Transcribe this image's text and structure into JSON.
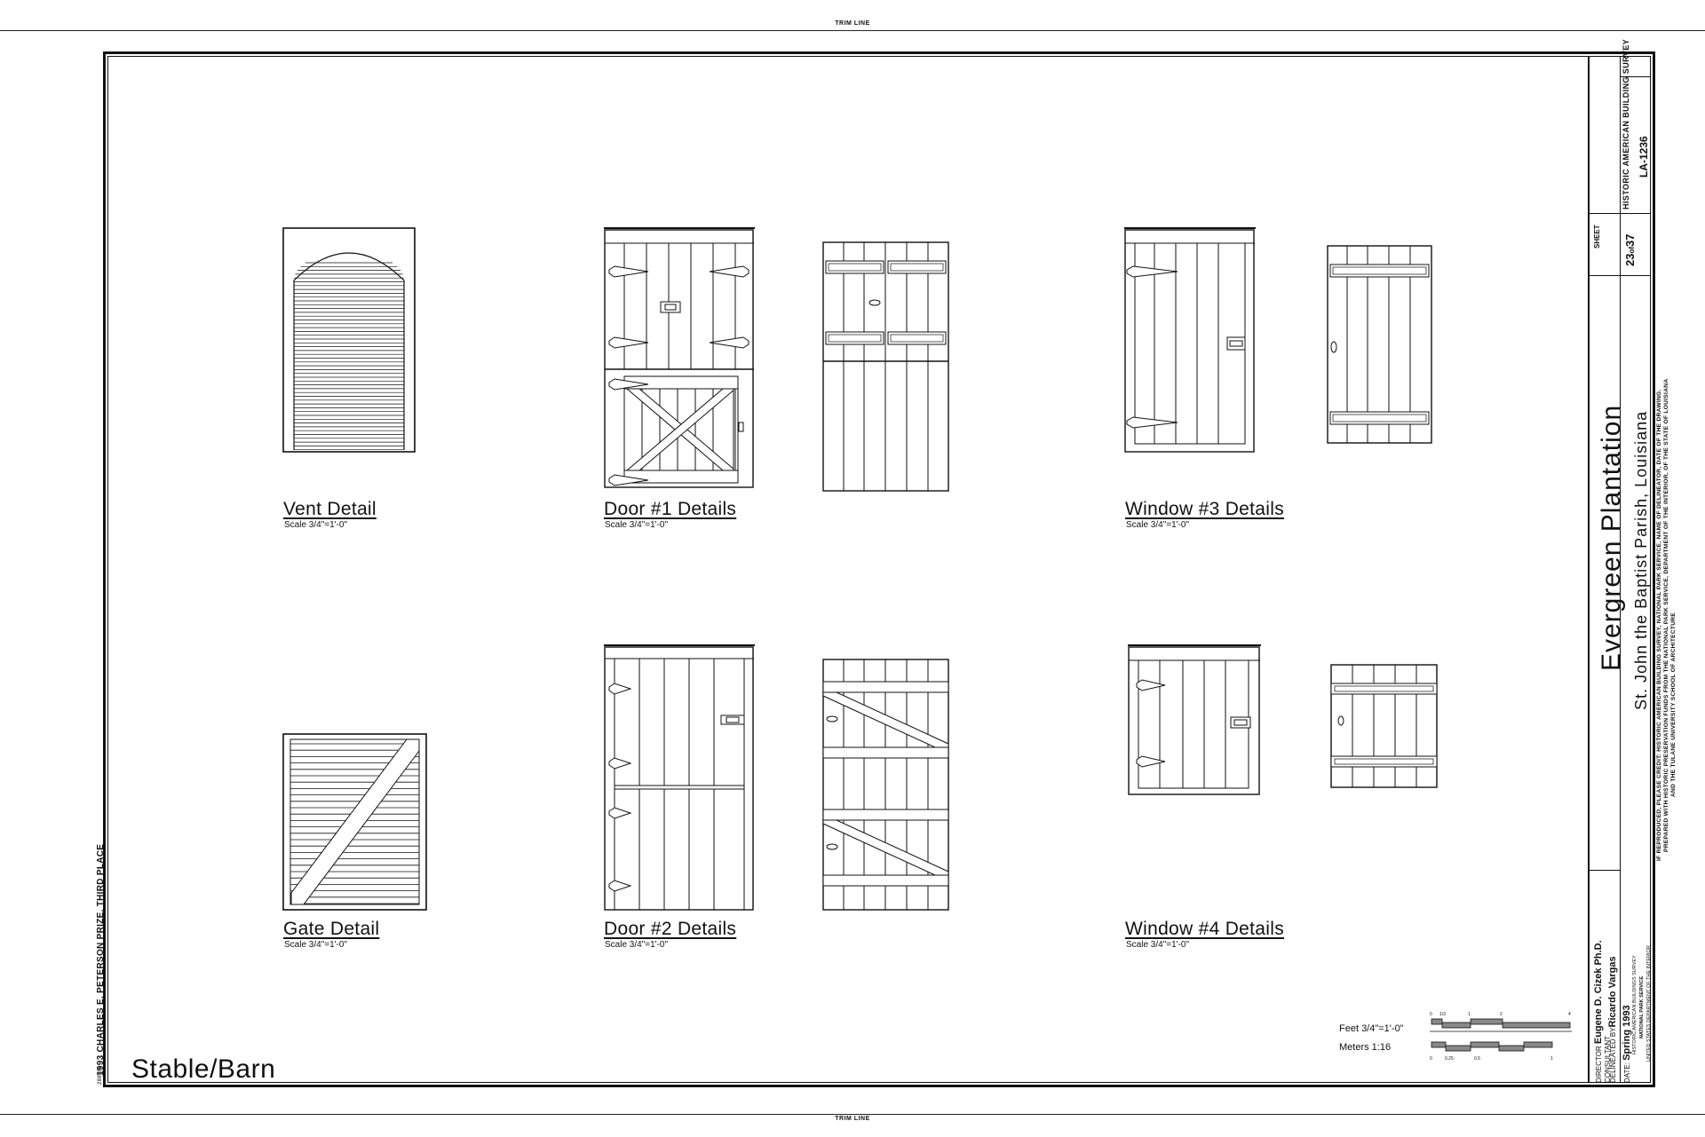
{
  "sheet": {
    "trim_label_top": "TRIM LINE",
    "trim_label_bottom": "TRIM LINE",
    "drawing_title": "Stable/Barn",
    "award_note": "1993 CHARLES E. PETERSON PRIZE, THIRD PLACE",
    "small_code": "288888"
  },
  "details": [
    {
      "title": "Vent Detail",
      "scale": "Scale 3/4\"=1'-0\""
    },
    {
      "title": "Door #1 Details",
      "scale": "Scale 3/4\"=1'-0\""
    },
    {
      "title": "Window #3 Details",
      "scale": "Scale 3/4\"=1'-0\""
    },
    {
      "title": "Gate Detail",
      "scale": "Scale 3/4\"=1'-0\""
    },
    {
      "title": "Door #2 Details",
      "scale": "Scale 3/4\"=1'-0\""
    },
    {
      "title": "Window #4 Details",
      "scale": "Scale 3/4\"=1'-0\""
    }
  ],
  "scale_bars": {
    "feet_label": "Feet 3/4\"=1'-0\"",
    "meters_label": "Meters 1:16",
    "feet_ticks": [
      "0",
      "1/3",
      "1",
      "2",
      "4"
    ],
    "meter_ticks": [
      "0",
      "0.25",
      "0.5",
      "1"
    ]
  },
  "title_block": {
    "project": "Evergreen Plantation",
    "location": "St. John the Baptist Parish, Louisiana",
    "credit_line_1": "IF REPRODUCED, PLEASE CREDIT: HISTORIC AMERICAN BUILDING SURVEY, NATIONAL PARK SERVICE, NAME OF DELINEATOR, DATE OF THE DRAWING.",
    "credit_line_2": "PREPARED WITH HISTORIC PRESERVATION FUNDS FROM THE NATIONAL PARK SERVICE, DEPARTMENT OF THE INTERIOR, OF THE STATE OF LOUISIANA",
    "credit_line_3": "AND THE TULANE UNIVERSITY SCHOOL OF ARCHITECTURE",
    "survey_name": "HISTORIC AMERICAN BUILDING SURVEY",
    "survey_number": "LA-1236",
    "sheet_label": "SHEET",
    "sheet_number": "23",
    "sheet_of": "of",
    "sheet_total": "37",
    "director_label": "DIRECTOR",
    "director": "Eugene D. Cizek Ph.D.",
    "consultant_label": "CONSULTANT",
    "delineated_label": "DELINEATED BY",
    "delineator": "Ricardo Vargas",
    "date_label": "DATE:",
    "date": "Spring 1993",
    "agency_1": "HISTORIC AMERICAN BUILDINGS SURVEY",
    "agency_2": "NATIONAL PARK SERVICE",
    "agency_3": "UNITED STATES DEPARTMENT OF THE INTERIOR"
  }
}
